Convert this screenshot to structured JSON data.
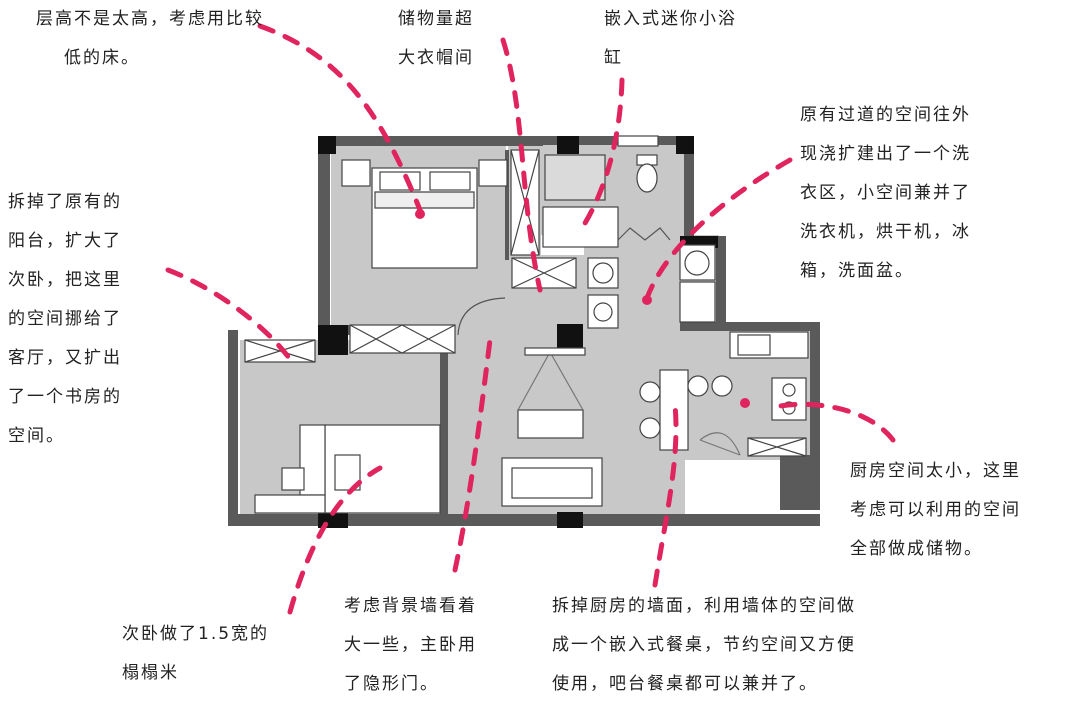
{
  "annotations": {
    "bed_height": [
      "层高不是太高，考虑用比较",
      "低的床。"
    ],
    "storage_room": [
      "储物量超",
      "大衣帽间"
    ],
    "mini_bathtub": [
      "嵌入式迷你小浴",
      "缸"
    ],
    "laundry_area": [
      "原有过道的空间往外",
      "现浇扩建出了一个洗",
      "衣区，小空间兼并了",
      "洗衣机，烘干机，冰",
      "箱，洗面盆。"
    ],
    "balcony_removed": [
      "拆掉了原有的",
      "阳台，扩大了",
      "次卧，把这里",
      "的空间挪给了",
      "客厅，又扩出",
      "了一个书房的",
      "空间。"
    ],
    "kitchen_storage": [
      "厨房空间太小，这里",
      "考虑可以利用的空间",
      "全部做成储物。"
    ],
    "tatami": [
      "次卧做了1.5宽的",
      "榻榻米"
    ],
    "hidden_door": [
      "考虑背景墙看着",
      "大一些，主卧用",
      "了隐形门。"
    ],
    "kitchen_wall": [
      "拆掉厨房的墙面，利用墙体的空间做",
      "成一个嵌入式餐桌，节约空间又方便",
      "使用，吧台餐桌都可以兼并了。"
    ]
  },
  "colors": {
    "wall": "#5a5a5a",
    "floor": "#c8c8c8",
    "column": "#111111",
    "pointer": "#e0245e",
    "furniture": "#ffffff",
    "text": "#222222"
  }
}
